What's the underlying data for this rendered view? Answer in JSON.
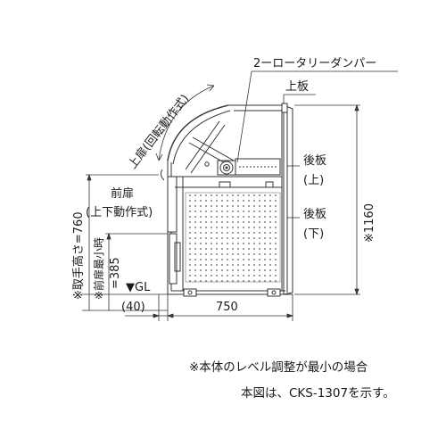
{
  "labels": {
    "damper": "2ーロータリーダンパー",
    "top_board": "上板",
    "upper_door": "上扉(回転動作式)",
    "front_door_line1": "前扉",
    "front_door_line2": "(上下動作式)",
    "rear_upper_line1": "後板",
    "rear_upper_line2": "(上)",
    "rear_lower_line1": "後板",
    "rear_lower_line2": "(下)",
    "handle_height": "※取手高さ=760",
    "front_door_min": "※前扉最小時",
    "front_door_min_value": "=385",
    "ground": "▼GL",
    "offset": "(40)",
    "width": "750",
    "height": "※1160"
  },
  "notes": {
    "level": "※本体のレベル調整が最小の場合",
    "model": "本図は、CKS-1307を示す。"
  }
}
